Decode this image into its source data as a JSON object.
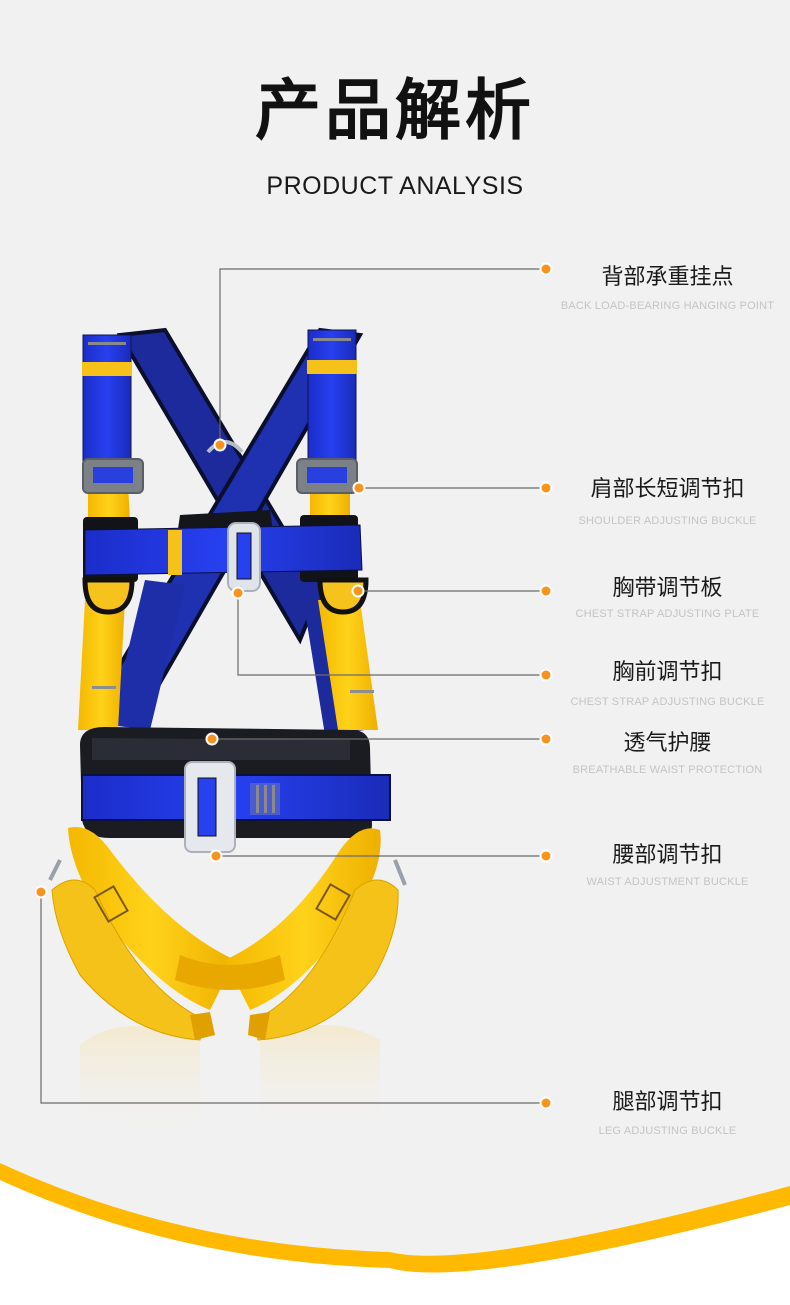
{
  "header": {
    "title": "产品解析",
    "subtitle": "PRODUCT ANALYSIS"
  },
  "colors": {
    "background": "#f1f1f1",
    "accent_orange": "#f7931e",
    "curve_band": "#ffb900",
    "strap_blue": "#1a2fd6",
    "strap_yellow": "#f7c51a",
    "line_gray": "#6b6b6b"
  },
  "image": {
    "description": "Full-body safety harness with blue shoulder/chest straps, yellow leg straps, black padded waist belt and metal buckles"
  },
  "callouts": [
    {
      "id": "back-hanging-point",
      "cn": "背部承重挂点",
      "en": "BACK LOAD-BEARING HANGING POINT"
    },
    {
      "id": "shoulder-buckle",
      "cn": "肩部长短调节扣",
      "en": "SHOULDER ADJUSTING BUCKLE"
    },
    {
      "id": "chest-plate",
      "cn": "胸带调节板",
      "en": "CHEST STRAP ADJUSTING PLATE"
    },
    {
      "id": "chest-buckle",
      "cn": "胸前调节扣",
      "en": "CHEST STRAP ADJUSTING BUCKLE"
    },
    {
      "id": "waist-protection",
      "cn": "透气护腰",
      "en": "BREATHABLE WAIST PROTECTION"
    },
    {
      "id": "waist-buckle",
      "cn": "腰部调节扣",
      "en": "WAIST ADJUSTMENT BUCKLE"
    },
    {
      "id": "leg-buckle",
      "cn": "腿部调节扣",
      "en": "LEG ADJUSTING BUCKLE"
    }
  ]
}
